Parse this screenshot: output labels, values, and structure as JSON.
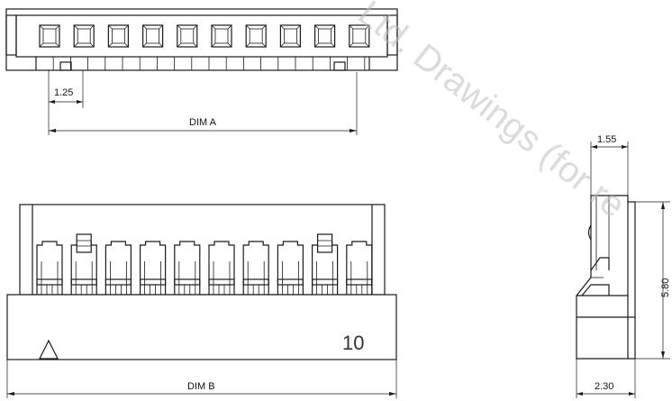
{
  "dimensions": {
    "pitch": "1.25",
    "dim_a": "DIM A",
    "dim_b": "DIM B",
    "side_top_width": "1.55",
    "side_height": "5.80",
    "side_bottom_width": "2.30"
  },
  "part_marking": "10",
  "pin1_marker": "triangle",
  "circuit_count": 10,
  "watermark": "Ltd. Drawings (for re"
}
